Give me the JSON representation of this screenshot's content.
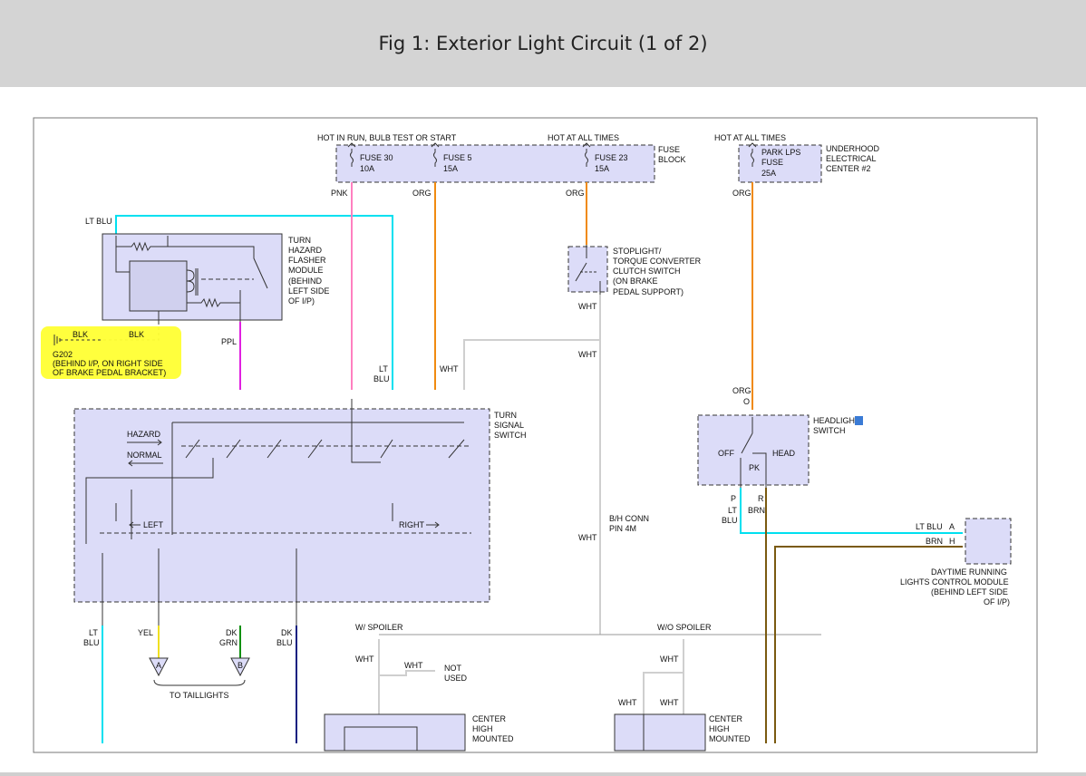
{
  "header": {
    "title": "Fig 1: Exterior Light Circuit (1 of 2)"
  },
  "labels": {
    "hot_run": "HOT IN RUN, BULB TEST OR START",
    "hot_all_1": "HOT AT ALL TIMES",
    "hot_all_2": "HOT AT ALL TIMES",
    "fuse30_a": "FUSE 30",
    "fuse30_b": "10A",
    "fuse5_a": "FUSE 5",
    "fuse5_b": "15A",
    "fuse23_a": "FUSE 23",
    "fuse23_b": "15A",
    "fuse_block_a": "FUSE",
    "fuse_block_b": "BLOCK",
    "park_a": "PARK LPS",
    "park_b": "FUSE",
    "park_c": "25A",
    "uec_a": "UNDERHOOD",
    "uec_b": "ELECTRICAL",
    "uec_c": "CENTER #2",
    "pnk": "PNK",
    "org1": "ORG",
    "org2": "ORG",
    "org3": "ORG",
    "org4": "ORG",
    "o": "O",
    "ltblu_top": "LT BLU",
    "thf_1": "TURN",
    "thf_2": "HAZARD",
    "thf_3": "FLASHER",
    "thf_4": "MODULE",
    "thf_5": "(BEHIND",
    "thf_6": "LEFT SIDE",
    "thf_7": "OF I/P)",
    "blk1": "BLK",
    "blk2": "BLK",
    "g202_a": "G202",
    "g202_b": "(BEHIND I/P, ON RIGHT SIDE",
    "g202_c": "OF BRAKE PEDAL BRACKET)",
    "ppl": "PPL",
    "lt": "LT",
    "blu": "BLU",
    "wht_a": "WHT",
    "wht_b": "WHT",
    "wht_c": "WHT",
    "wht_d": "WHT",
    "sl_1": "STOPLIGHT/",
    "sl_2": "TORQUE CONVERTER",
    "sl_3": "CLUTCH SWITCH",
    "sl_4": "(ON BRAKE",
    "sl_5": "PEDAL SUPPORT)",
    "tss_1": "TURN",
    "tss_2": "SIGNAL",
    "tss_3": "SWITCH",
    "hazard": "HAZARD",
    "normal": "NORMAL",
    "left": "LEFT",
    "right": "RIGHT",
    "hs_1": "HEADLIGHT",
    "hs_2": "SWITCH",
    "off": "OFF",
    "head": "HEAD",
    "pk": "PK",
    "p": "P",
    "r": "R",
    "lt2": "LT",
    "brn": "BRN",
    "blu2": "BLU",
    "bh_1": "B/H CONN",
    "bh_2": "PIN 4M",
    "drl_ltblu": "LT BLU",
    "drl_a": "A",
    "drl_brn": "BRN",
    "drl_h": "H",
    "drl_1": "DAYTIME RUNNING",
    "drl_2": "LIGHTS CONTROL MODULE",
    "drl_3": "(BEHIND LEFT SIDE",
    "drl_4": "OF I/P)",
    "b_lt": "LT",
    "b_blu": "BLU",
    "b_yel": "YEL",
    "b_dk1": "DK",
    "b_grn": "GRN",
    "b_dk2": "DK",
    "b_blu2": "BLU",
    "conn_a": "A",
    "conn_b": "B",
    "taillights": "TO TAILLIGHTS",
    "w_spoiler": "W/ SPOILER",
    "wo_spoiler": "W/O SPOILER",
    "wht_e": "WHT",
    "wht_f": "WHT",
    "wht_g": "WHT",
    "wht_h": "WHT",
    "wht_i": "WHT",
    "not_used_1": "NOT",
    "not_used_2": "USED",
    "chm_1": "CENTER",
    "chm_2": "HIGH",
    "chm_3": "MOUNTED",
    "chm2_1": "CENTER",
    "chm2_2": "HIGH",
    "chm2_3": "MOUNTED"
  },
  "colors": {
    "module_fill": "#dcdcf8",
    "highlight": "#ffff33",
    "wire_cyan": "#00e0f0",
    "wire_orange": "#f08a10",
    "wire_pink": "#ff80c0",
    "wire_magenta": "#e020e0",
    "wire_yellow": "#f0e020",
    "wire_green": "#109010",
    "wire_navy": "#102080",
    "wire_brown": "#7a5a10",
    "wire_white": "#cfcfcf"
  }
}
